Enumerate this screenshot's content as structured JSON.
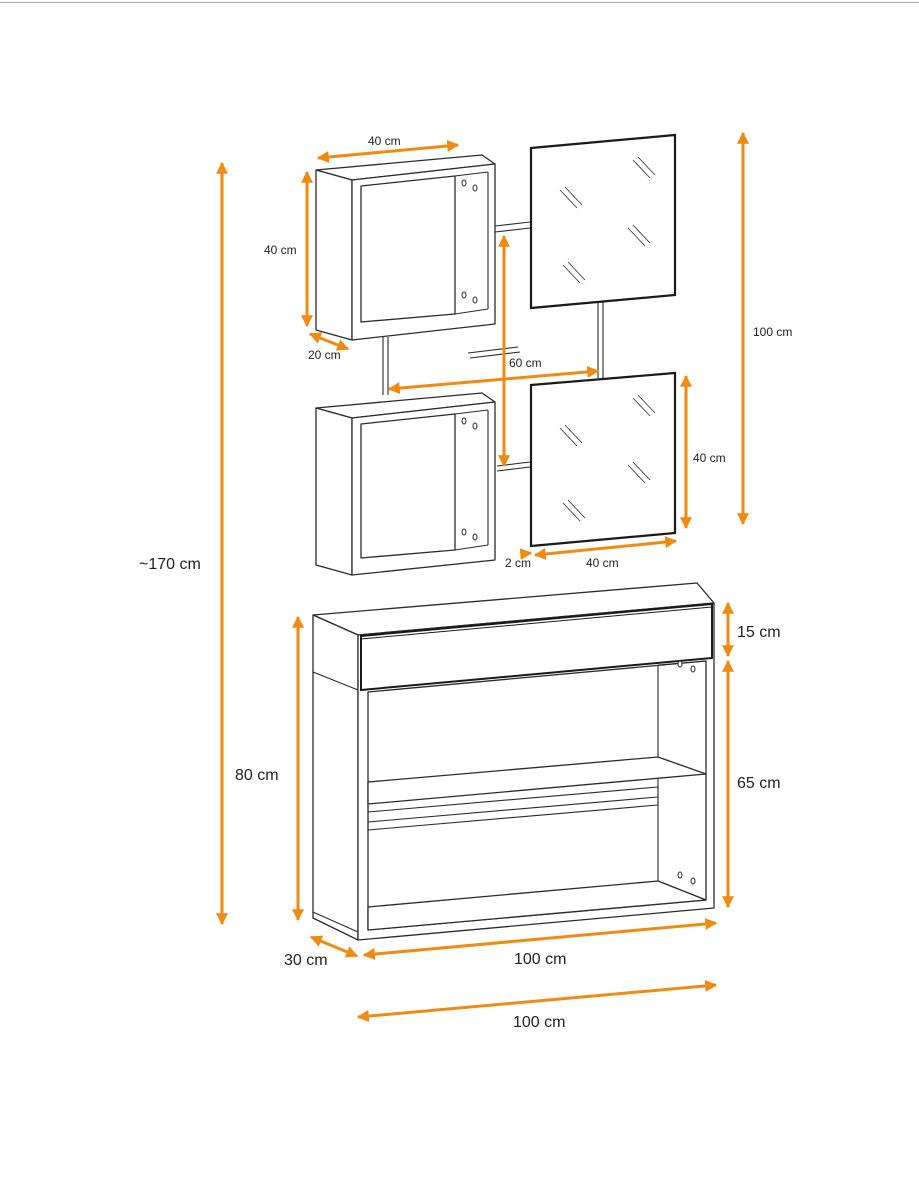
{
  "diagram": {
    "colors": {
      "dimension": "#ef8a12",
      "outline": "#2b2b2b",
      "label": "#222222"
    },
    "labels": {
      "cube_width": "40 cm",
      "cube_height": "40 cm",
      "cube_depth": "20 cm",
      "spacing": "60 cm",
      "mirror_height": "40 cm",
      "mirror_thickness": "2 cm",
      "mirror_width": "40 cm",
      "upper_height": "100 cm",
      "total_height": "~170 cm",
      "drawer_height": "15 cm",
      "console_height": "80 cm",
      "open_height": "65 cm",
      "console_depth": "30 cm",
      "console_width": "100 cm",
      "overall_width": "100 cm"
    }
  }
}
